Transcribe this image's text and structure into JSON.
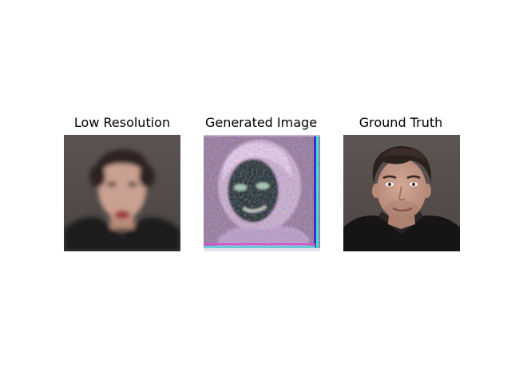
{
  "panels": [
    {
      "title": "Low Resolution",
      "image": "blurred-face-photo"
    },
    {
      "title": "Generated Image",
      "image": "generated-noisy-face"
    },
    {
      "title": "Ground Truth",
      "image": "sharp-face-photo"
    }
  ]
}
